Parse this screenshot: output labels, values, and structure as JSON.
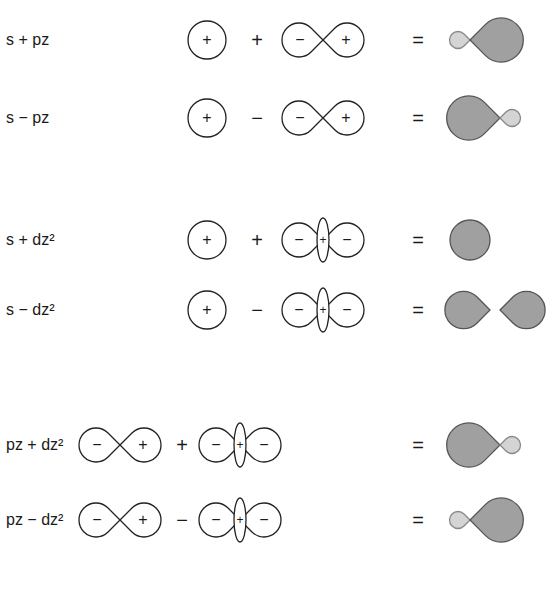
{
  "diagram": {
    "labels": [
      "s + pz",
      "+",
      "+",
      "−",
      "+",
      "=",
      "s − pz",
      "+",
      "−",
      "−",
      "+",
      "=",
      "s + dz²",
      "+",
      "+",
      "−",
      "+",
      "−",
      "=",
      "s − dz²",
      "+",
      "−",
      "−",
      "+",
      "−",
      "=",
      "pz + dz²",
      "−",
      "+",
      "+",
      "−",
      "+",
      "−",
      "=",
      "pz − dz²",
      "−",
      "+",
      "−",
      "−",
      "+",
      "−",
      "="
    ]
  }
}
